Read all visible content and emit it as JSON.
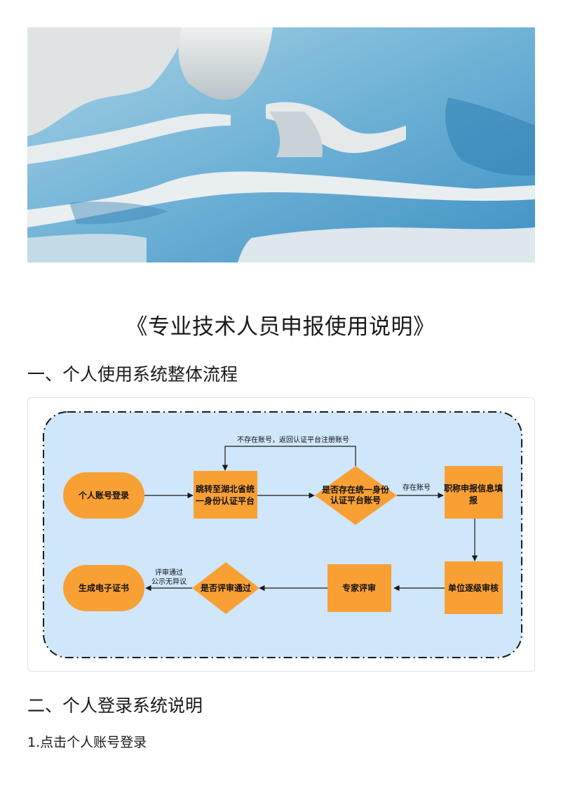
{
  "document": {
    "title": "《专业技术人员申报使用说明》",
    "section1": "一、个人使用系统整体流程",
    "section2": "二、个人登录系统说明",
    "step1": "1.点击个人账号登录"
  },
  "hero": {
    "description_icon": "travertine-terraces-photo"
  },
  "flowchart": {
    "nodes": {
      "login": "个人账号登录",
      "redirect_l1": "跳转至湖北省统",
      "redirect_l2": "一身份认证平台",
      "check_l1": "是否存在统一身份",
      "check_l2": "认证平台账号",
      "fill_l1": "职称申报信息填",
      "fill_l2": "报",
      "unit_review": "单位逐级审核",
      "expert_review": "专家评审",
      "pass_check": "是否评审通过",
      "certificate": "生成电子证书"
    },
    "edges": {
      "no_account": "不存在账号，返回认证平台注册账号",
      "has_account": "存在账号",
      "passed_l1": "评审通过",
      "passed_l2": "公示无异议"
    },
    "colors": {
      "node": "#f9a035",
      "panel": "#cfe6fb",
      "border": "#1a1a1a"
    }
  }
}
